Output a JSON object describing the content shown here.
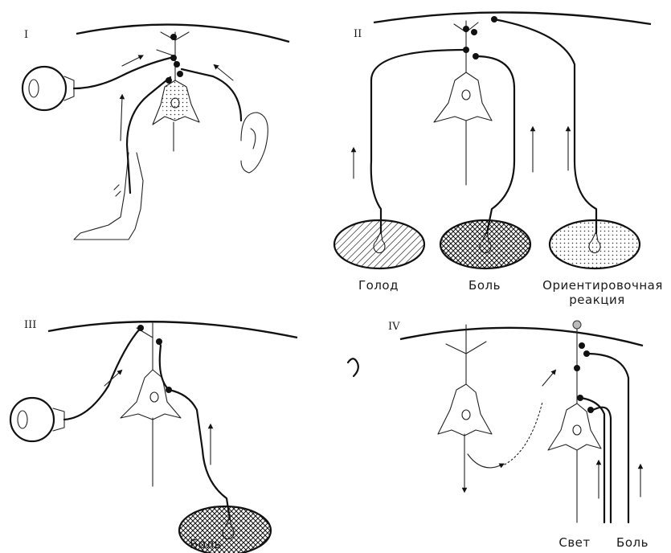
{
  "panels": [
    {
      "numeral": "I",
      "labels": []
    },
    {
      "numeral": "II",
      "labels": [
        "Голод",
        "Боль",
        "Ориентировочная",
        "реакция"
      ]
    },
    {
      "numeral": "III",
      "labels": [
        "Боль"
      ]
    },
    {
      "numeral": "IV",
      "labels": [
        "Свет",
        "Боль"
      ]
    }
  ],
  "colors": {
    "ink": "#111111",
    "paper": "#ffffff"
  }
}
